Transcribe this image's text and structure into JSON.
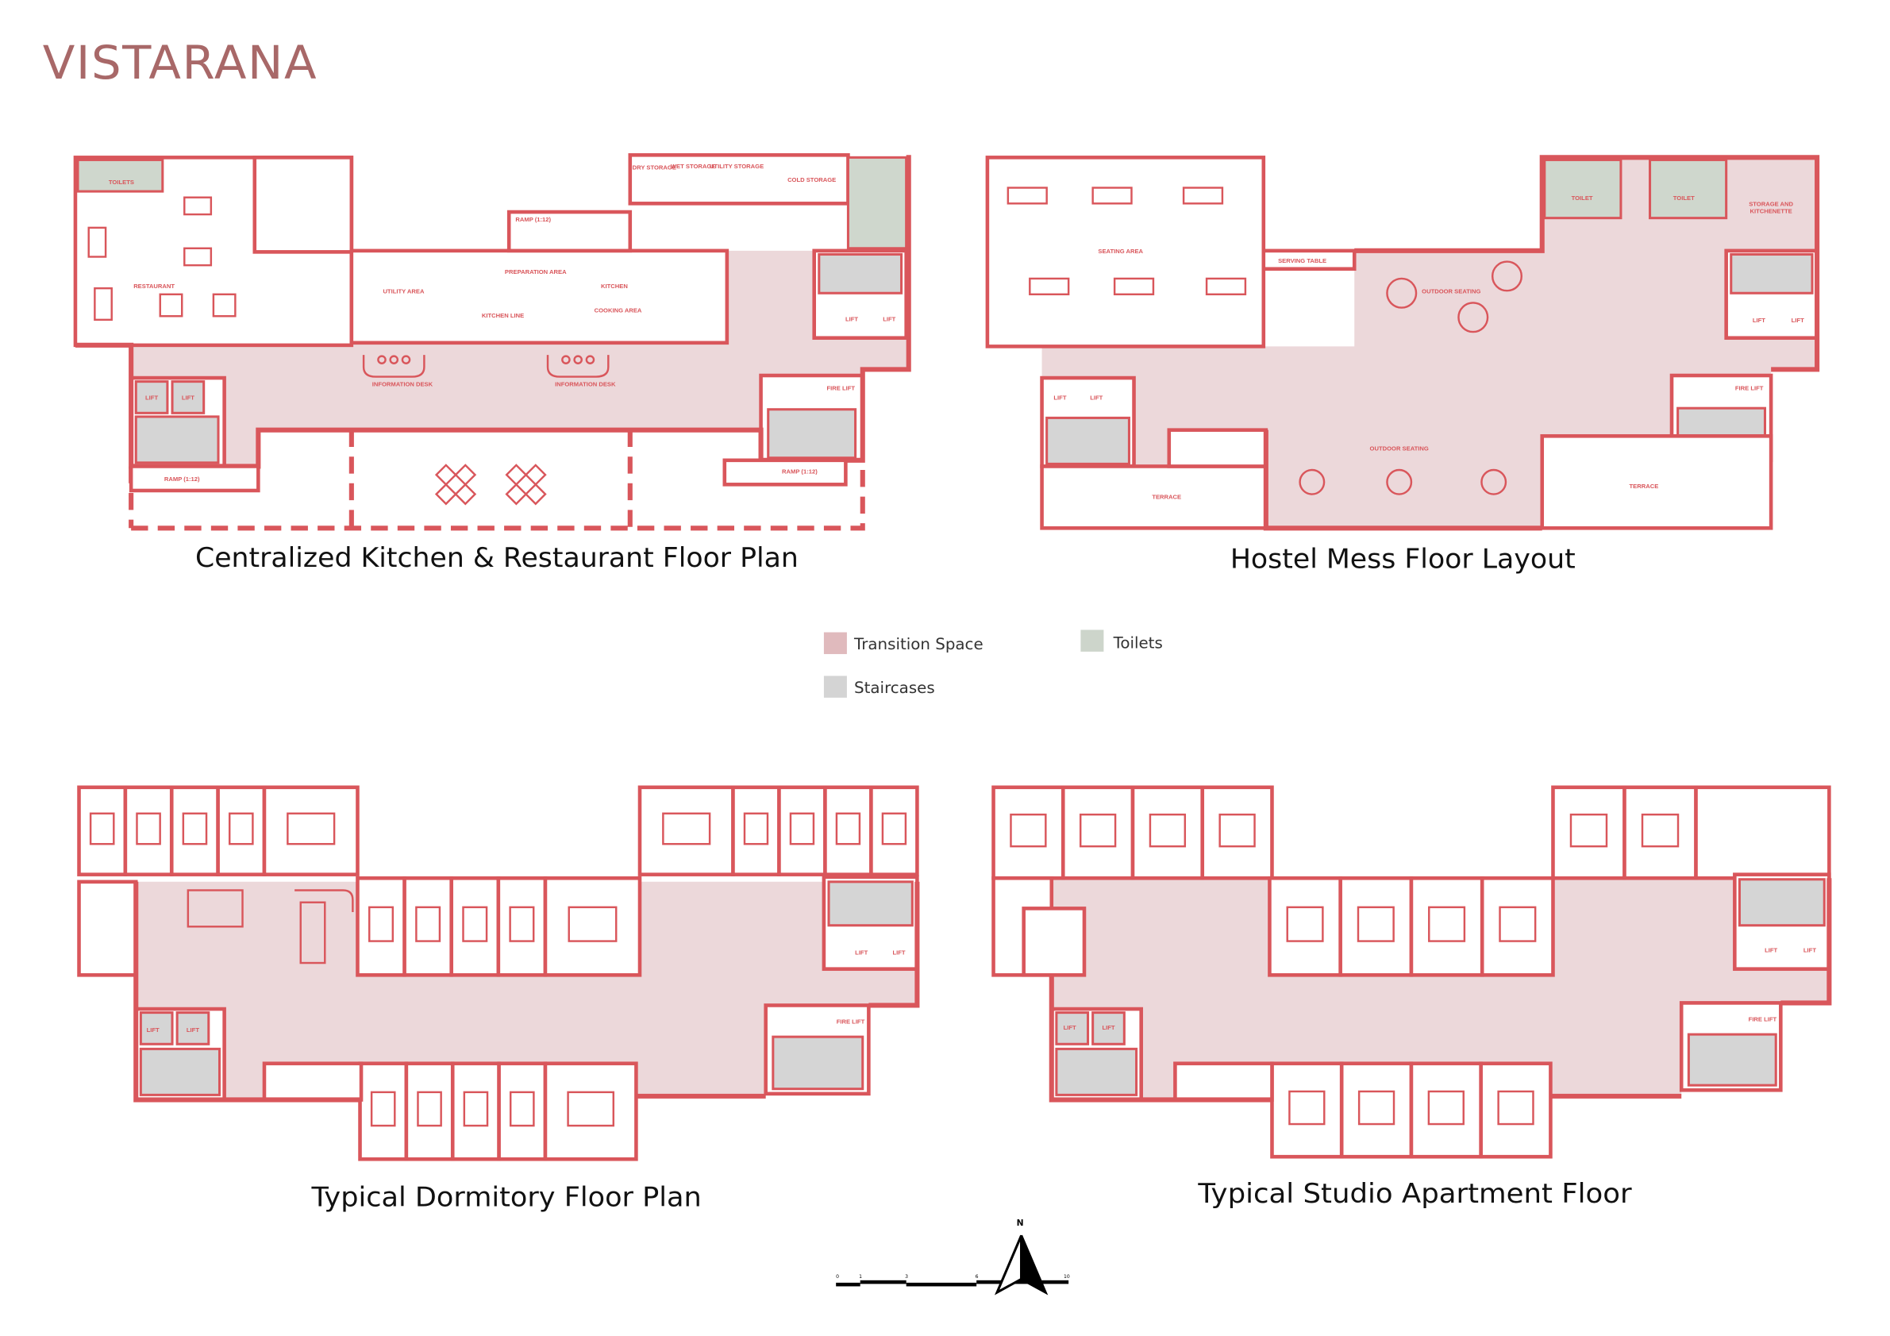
{
  "title": "VISTARANA",
  "plans": [
    {
      "caption": "Centralized Kitchen & Restaurant Floor Plan",
      "labels": {
        "restaurant": "RESTAURANT",
        "toilets": "TOILETS",
        "kitchen": "KITCHEN",
        "preparation": "PREPARATION AREA",
        "utility": "UTILITY AREA",
        "cooking": "COOKING AREA",
        "kitchen_line": "KITCHEN LINE",
        "info1": "INFORMATION DESK",
        "info2": "INFORMATION DESK",
        "dry": "DRY STORAGE",
        "wet": "WET STORAGE",
        "utility_storage": "UTILITY STORAGE",
        "cold": "COLD STORAGE",
        "ramp1": "RAMP (1:12)",
        "ramp2": "RAMP (1:12)",
        "ramp3": "RAMP (1:12)",
        "lift1": "LIFT",
        "lift2": "LIFT",
        "lift3": "LIFT",
        "lift4": "LIFT",
        "fire_lift": "FIRE LIFT"
      }
    },
    {
      "caption": "Hostel Mess Floor Layout",
      "labels": {
        "seating": "SEATING AREA",
        "serving": "SERVING TABLE",
        "outdoor1": "OUTDOOR SEATING",
        "outdoor2": "OUTDOOR SEATING",
        "terrace1": "TERRACE",
        "terrace2": "TERRACE",
        "toilet1": "TOILET",
        "toilet2": "TOILET",
        "storage1": "STORAGE AND",
        "storage2": "KITCHENETTE",
        "lift1": "LIFT",
        "lift2": "LIFT",
        "lift3": "LIFT",
        "lift4": "LIFT",
        "fire_lift": "FIRE LIFT"
      }
    },
    {
      "caption": "Typical Dormitory Floor Plan",
      "labels": {
        "lift1": "LIFT",
        "lift2": "LIFT",
        "lift3": "LIFT",
        "lift4": "LIFT",
        "fire_lift": "FIRE LIFT"
      }
    },
    {
      "caption": "Typical Studio Apartment  Floor",
      "labels": {
        "lift1": "LIFT",
        "lift2": "LIFT",
        "lift3": "LIFT",
        "lift4": "LIFT",
        "fire_lift": "FIRE LIFT"
      }
    }
  ],
  "legend": [
    {
      "label": "Transition Space",
      "color": "#e0babd"
    },
    {
      "label": "Toilets",
      "color": "#cdd5cb"
    },
    {
      "label": "Staircases",
      "color": "#d4d4d4"
    }
  ],
  "scale_bar": {
    "ticks": [
      "0",
      "1",
      "3",
      "6",
      "10"
    ]
  },
  "north_label": "N",
  "colors": {
    "wall": "#d9565b",
    "transition": "#ecd8da",
    "title": "#a86868"
  }
}
